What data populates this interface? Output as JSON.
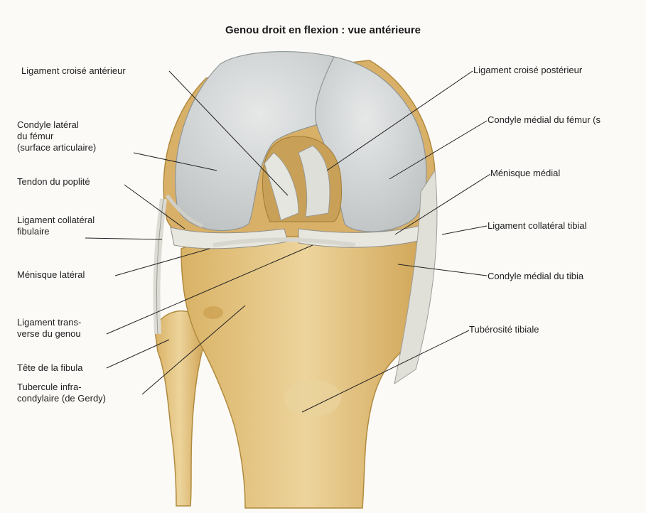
{
  "title": "Genou droit en flexion : vue antérieure",
  "labels": {
    "lig_croise_ant": "Ligament croisé antérieur",
    "condyle_lat_femur": "Condyle latéral\ndu fémur\n(surface articulaire)",
    "tendon_poplite": "Tendon du poplité",
    "lig_coll_fib": "Ligament collatéral\nfibulaire",
    "menisque_lat": "Ménisque latéral",
    "lig_transverse": "Ligament trans-\nverse du genou",
    "tete_fibula": "Tête de la fibula",
    "tubercule_gerdy": "Tubercule infra-\ncondylaire (de Gerdy)",
    "lig_croise_post": "Ligament croisé postérieur",
    "condyle_med_femur": "Condyle médial du fémur (s",
    "menisque_med": "Ménisque médial",
    "lig_coll_tib": "Ligament collatéral tibial",
    "condyle_med_tibia": "Condyle médial du tibia",
    "tuberosite_tib": "Tubérosité tibiale"
  },
  "colors": {
    "bone": "#e2c07a",
    "bone_dark": "#c99a45",
    "cartilage": "#d3d6d6",
    "ligament": "#e4e3dc",
    "leader": "#222222"
  }
}
